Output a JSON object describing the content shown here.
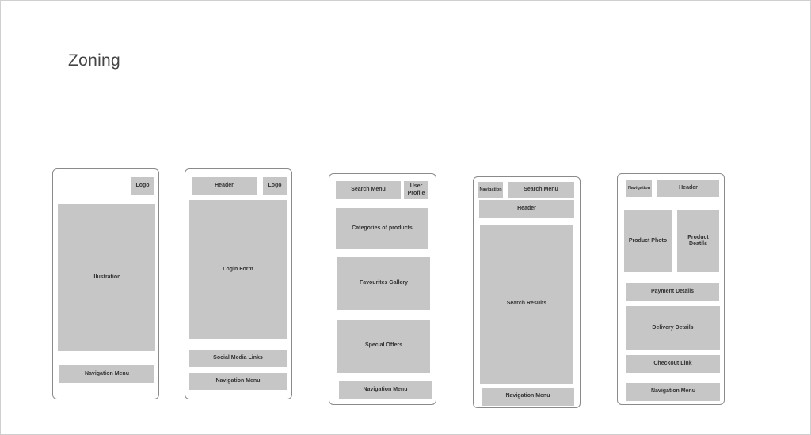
{
  "title": "Zoning",
  "screens": [
    {
      "zones": [
        {
          "label": "Logo"
        },
        {
          "label": "Illustration"
        },
        {
          "label": "Navigation Menu"
        }
      ]
    },
    {
      "zones": [
        {
          "label": "Header"
        },
        {
          "label": "Logo"
        },
        {
          "label": "Login Form"
        },
        {
          "label": "Social Media Links"
        },
        {
          "label": "Navigation Menu"
        }
      ]
    },
    {
      "zones": [
        {
          "label": "Search Menu"
        },
        {
          "label": "User Profile"
        },
        {
          "label": "Categories of products"
        },
        {
          "label": "Favourites Gallery"
        },
        {
          "label": "Special Offers"
        },
        {
          "label": "Navigation Menu"
        }
      ]
    },
    {
      "zones": [
        {
          "label": "Navigation"
        },
        {
          "label": "Search Menu"
        },
        {
          "label": "Header"
        },
        {
          "label": "Search Results"
        },
        {
          "label": "Navigation Menu"
        }
      ]
    },
    {
      "zones": [
        {
          "label": "Navigation"
        },
        {
          "label": "Header"
        },
        {
          "label": "Product Photo"
        },
        {
          "label": "Product Deatils"
        },
        {
          "label": "Payment Details"
        },
        {
          "label": "Delivery Details"
        },
        {
          "label": "Checkout Link"
        },
        {
          "label": "Navigation Menu"
        }
      ]
    }
  ]
}
